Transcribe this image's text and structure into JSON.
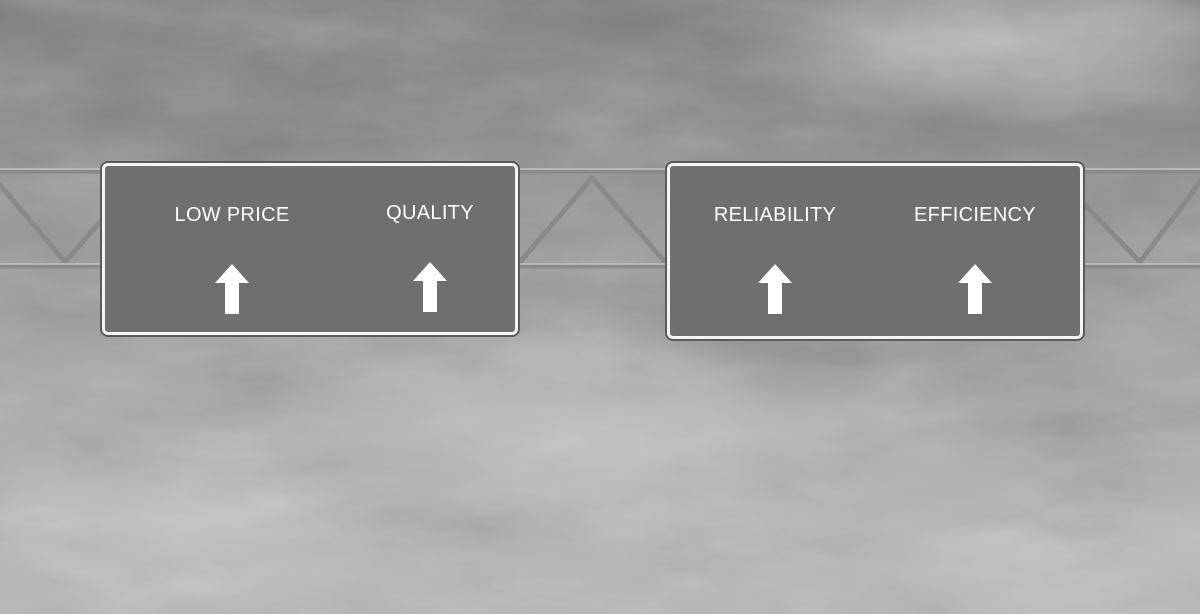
{
  "signs": {
    "left": {
      "destinations": [
        {
          "label": "LOW PRICE",
          "direction": "up-arrow-icon"
        },
        {
          "label": "QUALITY",
          "direction": "up-arrow-icon"
        }
      ]
    },
    "right": {
      "destinations": [
        {
          "label": "RELIABILITY",
          "direction": "up-arrow-icon"
        },
        {
          "label": "EFFICIENCY",
          "direction": "up-arrow-icon"
        }
      ]
    }
  },
  "colors": {
    "sign_panel": "#6f6f6f",
    "sign_border": "#f4f4f4",
    "gantry_steel": "#8a8a8a"
  }
}
